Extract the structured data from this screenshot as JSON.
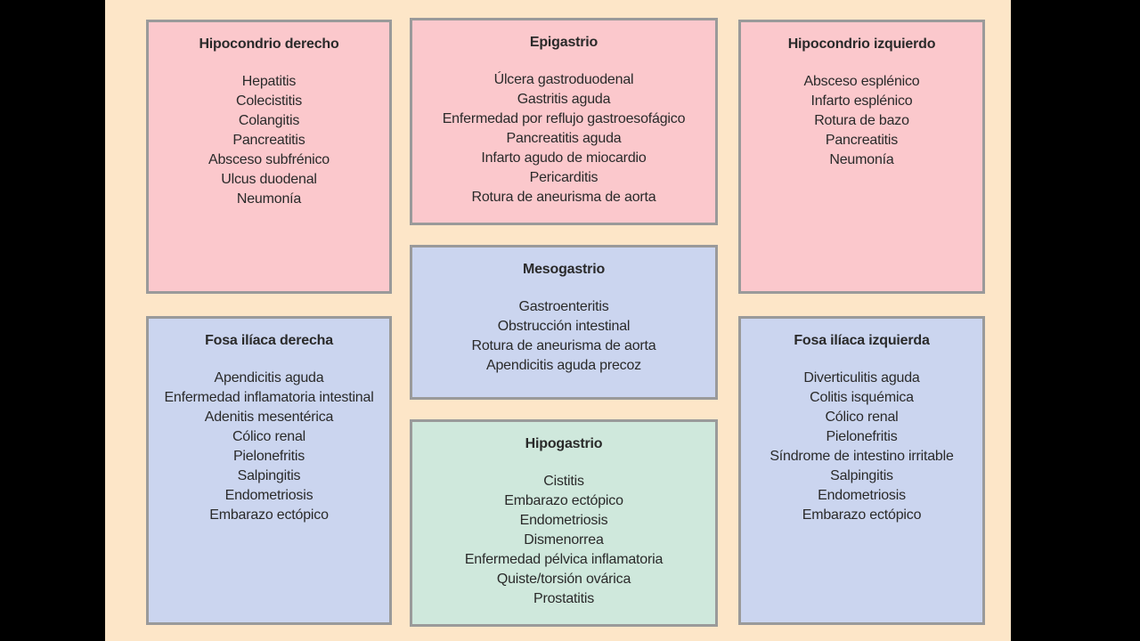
{
  "regions": {
    "hipocondrio_derecho": {
      "title": "Hipocondrio derecho",
      "items": [
        "Hepatitis",
        "Colecistitis",
        "Colangitis",
        "Pancreatitis",
        "Absceso subfrénico",
        "Ulcus duodenal",
        "Neumonía"
      ]
    },
    "epigastrio": {
      "title": "Epigastrio",
      "items": [
        "Úlcera gastroduodenal",
        "Gastritis aguda",
        "Enfermedad por reflujo gastroesofágico",
        "Pancreatitis aguda",
        "Infarto agudo de miocardio",
        "Pericarditis",
        "Rotura de aneurisma de aorta"
      ]
    },
    "hipocondrio_izquierdo": {
      "title": "Hipocondrio izquierdo",
      "items": [
        "Absceso esplénico",
        "Infarto esplénico",
        "Rotura de bazo",
        "Pancreatitis",
        "Neumonía"
      ]
    },
    "mesogastrio": {
      "title": "Mesogastrio",
      "items": [
        "Gastroenteritis",
        "Obstrucción intestinal",
        "Rotura de aneurisma de aorta",
        "Apendicitis aguda precoz"
      ]
    },
    "fosa_iliaca_derecha": {
      "title": "Fosa ilíaca derecha",
      "items": [
        "Apendicitis aguda",
        "Enfermedad inflamatoria intestinal",
        "Adenitis mesentérica",
        "Cólico renal",
        "Pielonefritis",
        "Salpingitis",
        "Endometriosis",
        "Embarazo ectópico"
      ]
    },
    "hipogastrio": {
      "title": "Hipogastrio",
      "items": [
        "Cistitis",
        "Embarazo ectópico",
        "Endometriosis",
        "Dismenorrea",
        "Enfermedad pélvica inflamatoria",
        "Quiste/torsión ovárica",
        "Prostatitis"
      ]
    },
    "fosa_iliaca_izquierda": {
      "title": "Fosa ilíaca izquierda",
      "items": [
        "Diverticulitis aguda",
        "Colitis isquémica",
        "Cólico renal",
        "Pielonefritis",
        "Síndrome de intestino irritable",
        "Salpingitis",
        "Endometriosis",
        "Embarazo ectópico"
      ]
    }
  },
  "colors": {
    "background": "#fde6c8",
    "upper_regions": "#fbc8cc",
    "middle_lower_regions": "#cbd5ef",
    "hypogastric_region": "#cfe8dc",
    "border": "#9a9a9a"
  }
}
